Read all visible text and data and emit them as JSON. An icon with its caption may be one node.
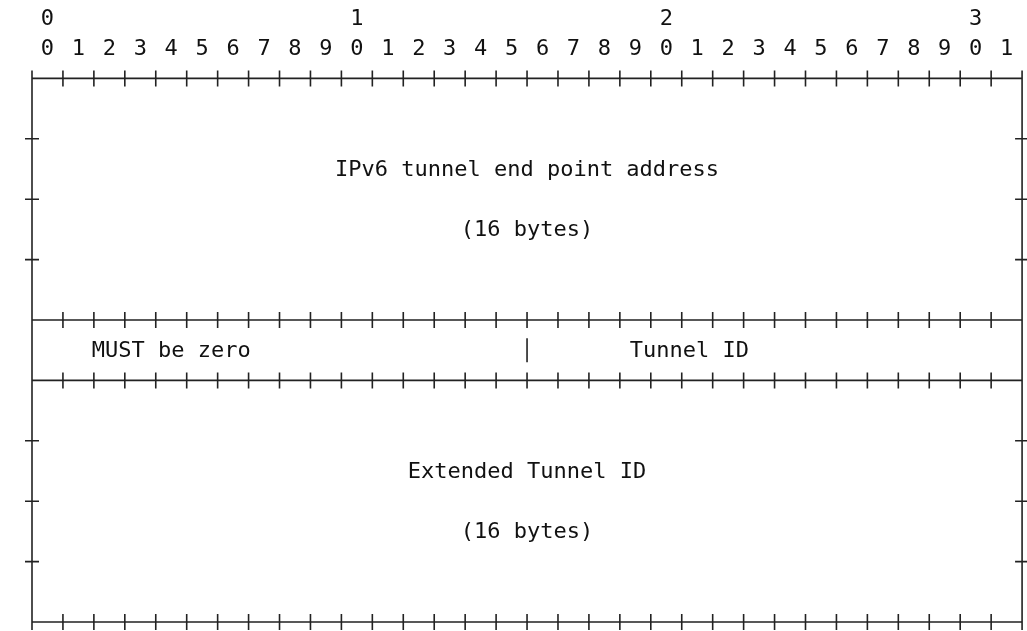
{
  "diagram": {
    "nodes": [
      {
        "text": [
          "IPv6 tunnel end point address",
          "(16 bytes)"
        ]
      },
      {
        "text": [
          "MUST be zero"
        ]
      },
      {
        "text": [
          "Tunnel ID"
        ]
      },
      {
        "text": [
          "Extended Tunnel ID",
          "(16 bytes)"
        ]
      }
    ],
    "labels": [
      "0",
      "1",
      "2",
      "3",
      "0",
      "1",
      "2",
      "3",
      "4",
      "5",
      "6",
      "7",
      "8",
      "9",
      "0",
      "1",
      "2",
      "3",
      "4",
      "5",
      "6",
      "7",
      "8",
      "9",
      "0",
      "1",
      "2",
      "3",
      "4",
      "5",
      "6",
      "7",
      "8",
      "9",
      "0",
      "1"
    ]
  }
}
